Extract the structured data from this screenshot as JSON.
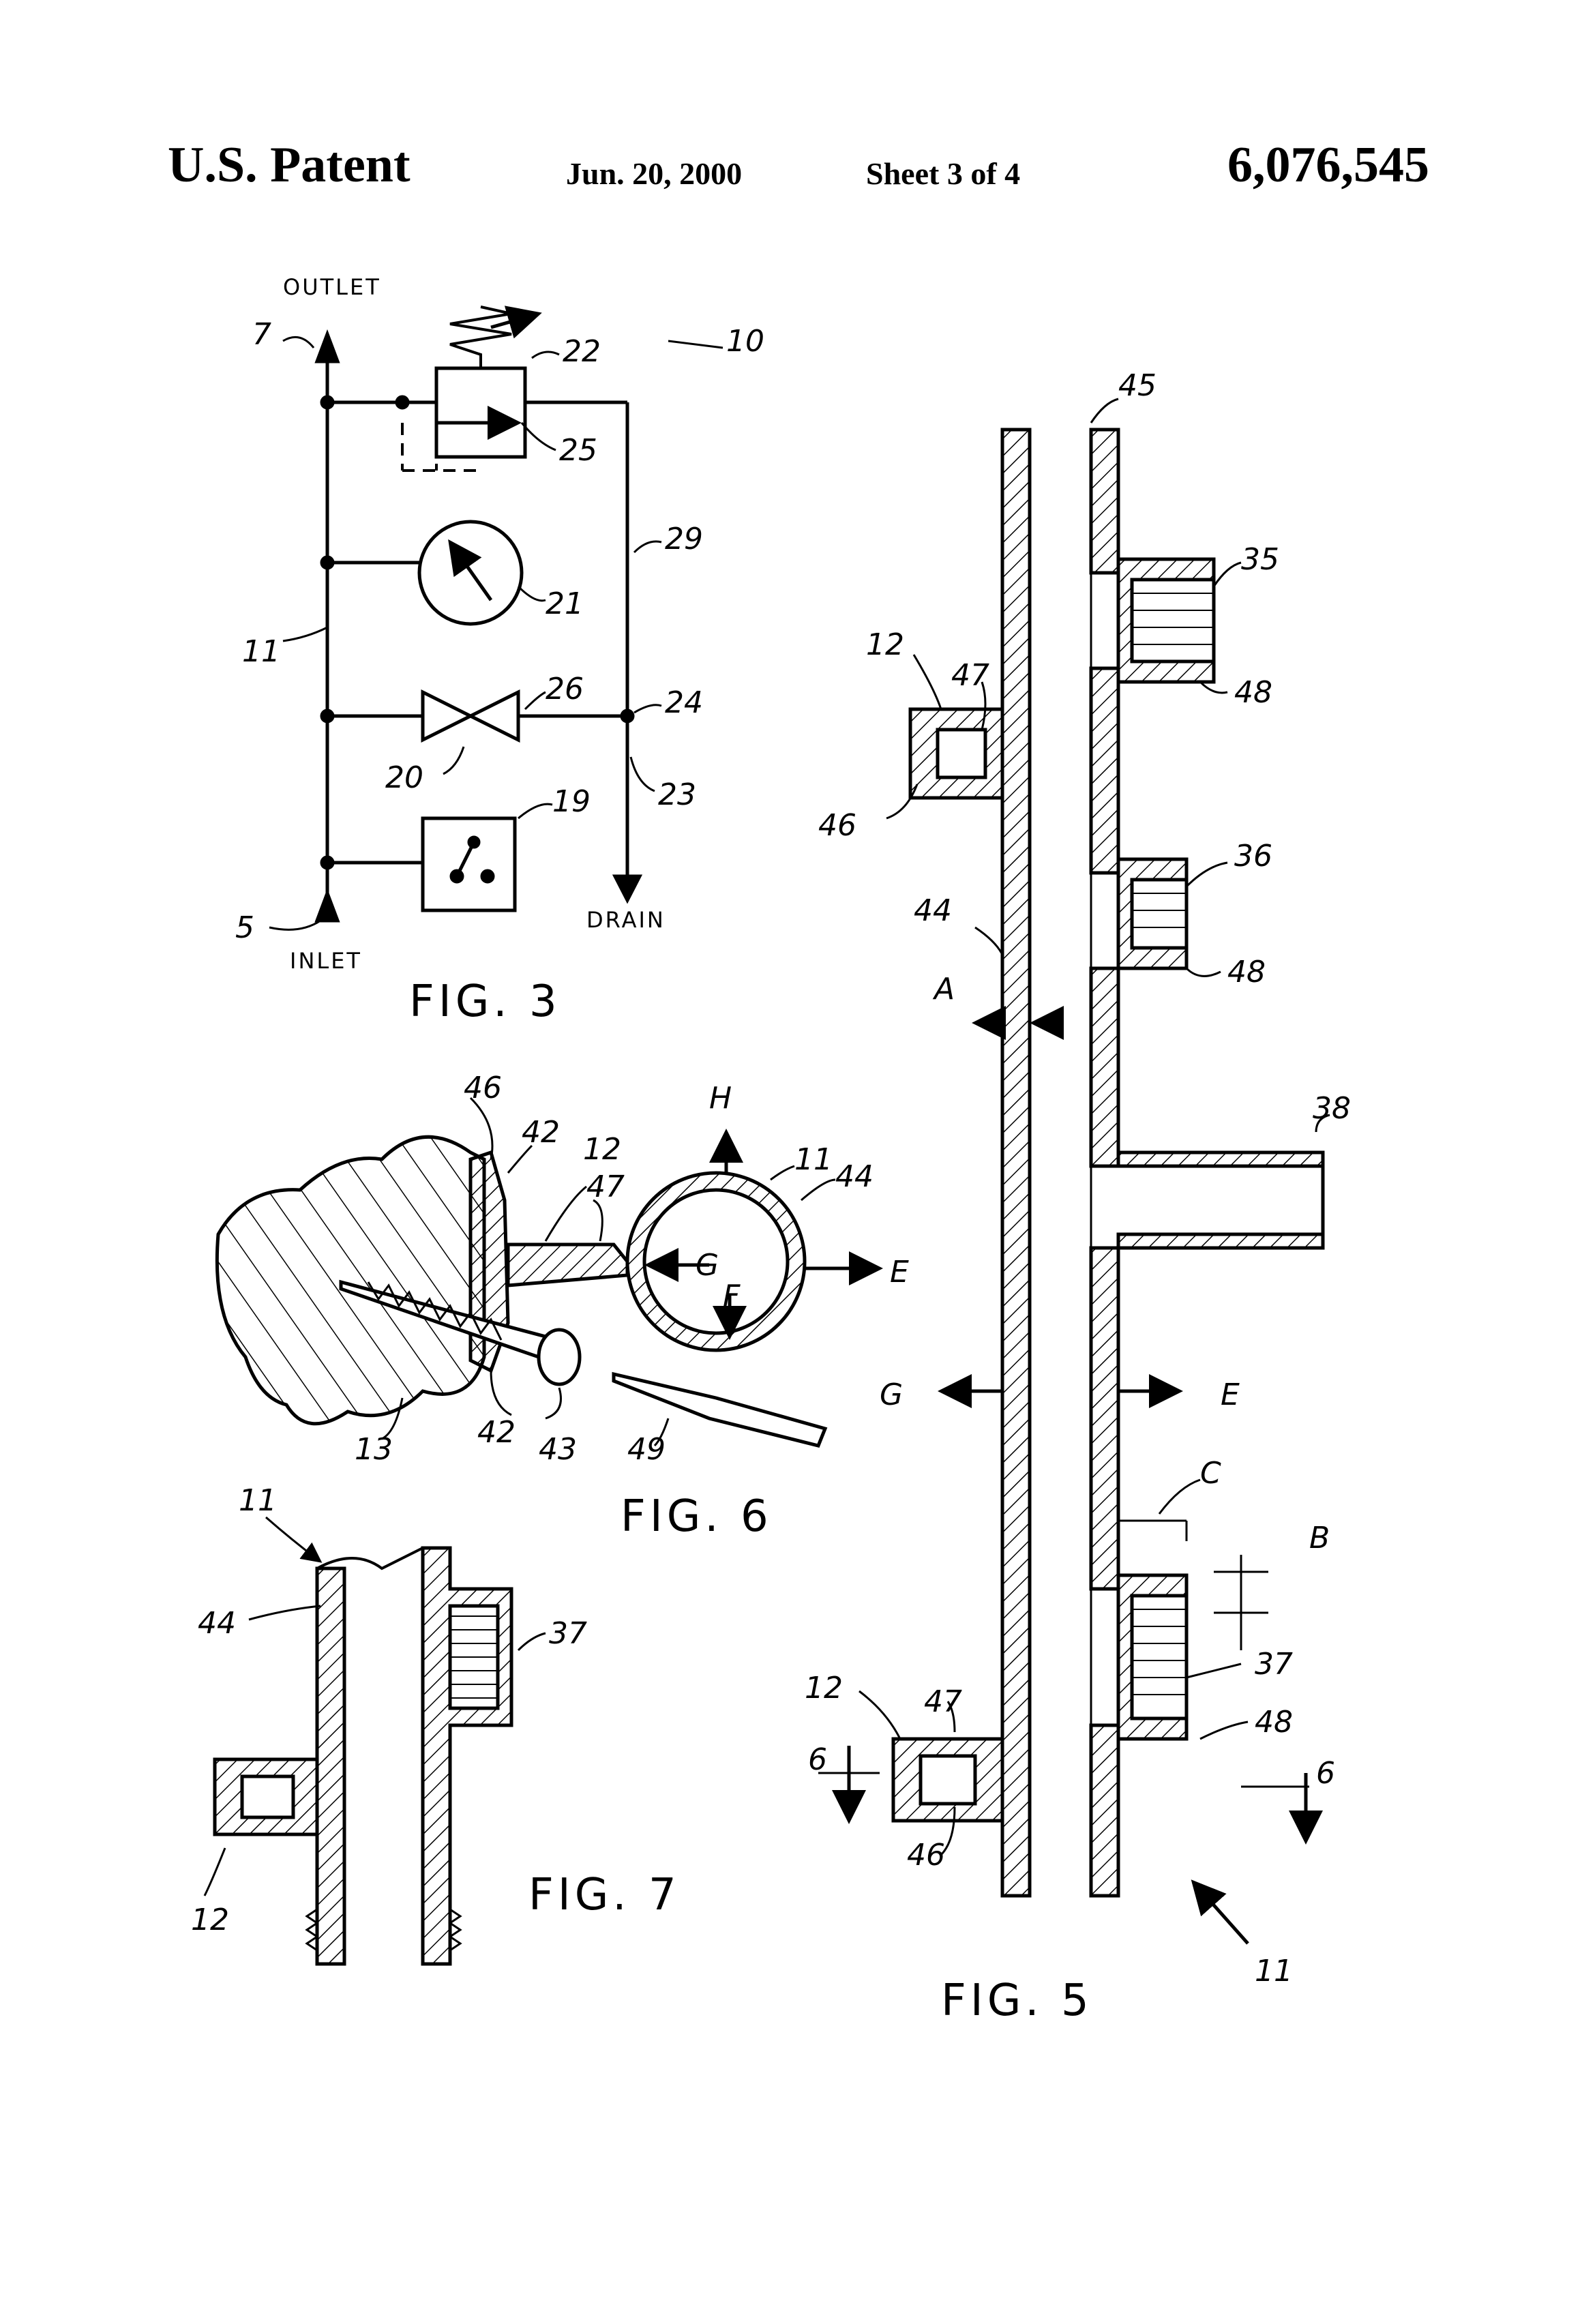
{
  "header": {
    "left": "U.S. Patent",
    "date": "Jun. 20, 2000",
    "sheet": "Sheet 3 of 4",
    "number": "6,076,545"
  },
  "fig3": {
    "caption": "FIG. 3",
    "outlet_label": "OUTLET",
    "inlet_label": "INLET",
    "drain_label": "DRAIN",
    "refs": [
      "7",
      "22",
      "10",
      "25",
      "29",
      "21",
      "11",
      "26",
      "24",
      "20",
      "23",
      "19",
      "5"
    ]
  },
  "fig5": {
    "caption": "FIG. 5",
    "refs": [
      "45",
      "35",
      "12",
      "47",
      "48",
      "46",
      "36",
      "44",
      "48",
      "A",
      "38",
      "G",
      "E",
      "C",
      "B",
      "37",
      "12",
      "47",
      "48",
      "6",
      "6",
      "46",
      "11"
    ]
  },
  "fig6": {
    "caption": "FIG. 6",
    "refs": [
      "46",
      "42",
      "12",
      "47",
      "H",
      "11",
      "44",
      "G",
      "E",
      "F",
      "13",
      "42",
      "43",
      "49"
    ]
  },
  "fig7": {
    "caption": "FIG. 7",
    "refs": [
      "11",
      "44",
      "37",
      "12"
    ]
  }
}
